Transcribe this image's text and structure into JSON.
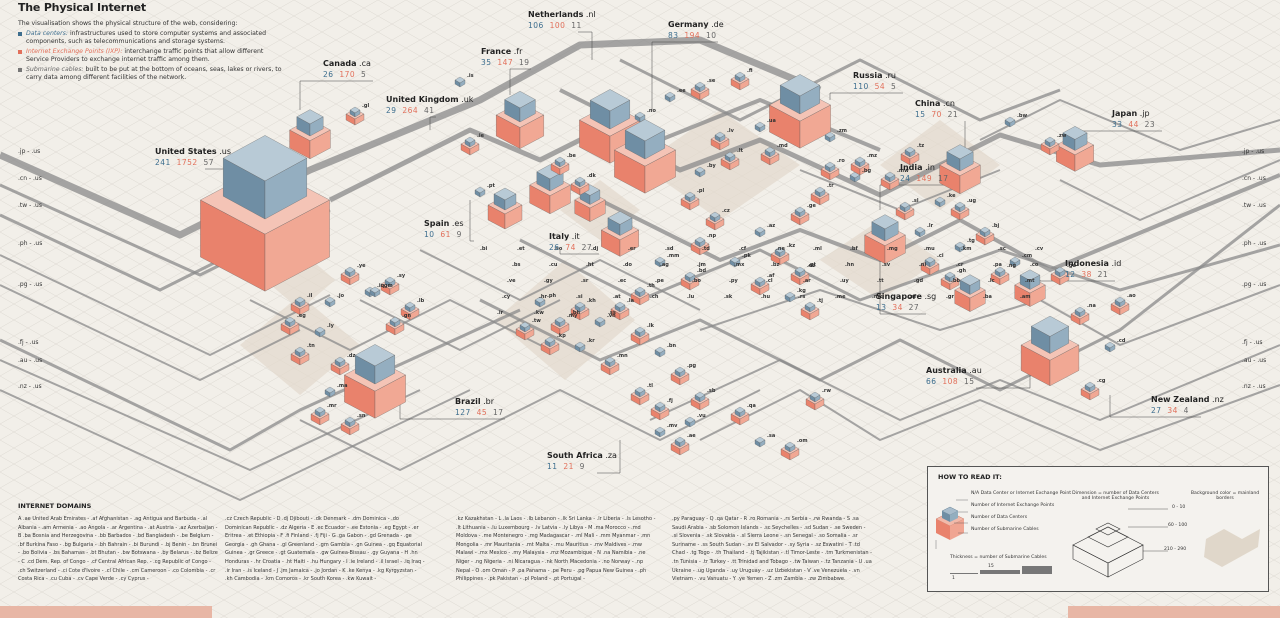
{
  "title": "The Physical Internet",
  "intro": {
    "lead": "The visualisation shows the physical structure of the web, considering:",
    "items": [
      {
        "term": "Data centers:",
        "text": "infrastructures used to store computer systems and associated components, such as telecommunications and storage systems.",
        "color": "#3d6e8e"
      },
      {
        "term": "Internet Exchange Points (IXP):",
        "text": "interchange traffic points that allow different Service Providers to exchange internet traffic among them.",
        "color": "#e2705b"
      },
      {
        "term": "Submarine cables:",
        "text": "built to be put at the bottom of oceans, seas, lakes or rivers, to carry data among different facilities of the network.",
        "color": "#777777"
      }
    ]
  },
  "colors": {
    "datacenter": "#7996ab",
    "ixp": "#e9826c",
    "cable": "#8a8a8a",
    "background": "#f2efe9",
    "land": "#e2d9cc"
  },
  "countries": [
    {
      "name": "Netherlands",
      "tld": ".nl",
      "dc": "106",
      "ixp": "100",
      "cables": "11"
    },
    {
      "name": "Germany",
      "tld": ".de",
      "dc": "83",
      "ixp": "194",
      "cables": "10"
    },
    {
      "name": "France",
      "tld": ".fr",
      "dc": "35",
      "ixp": "147",
      "cables": "19"
    },
    {
      "name": "Canada",
      "tld": ".ca",
      "dc": "26",
      "ixp": "170",
      "cables": "5"
    },
    {
      "name": "United Kingdom",
      "tld": ".uk",
      "dc": "29",
      "ixp": "264",
      "cables": "41"
    },
    {
      "name": "Russia",
      "tld": ".ru",
      "dc": "110",
      "ixp": "54",
      "cables": "5"
    },
    {
      "name": "China",
      "tld": ".cn",
      "dc": "15",
      "ixp": "70",
      "cables": "21"
    },
    {
      "name": "Japan",
      "tld": ".jp",
      "dc": "33",
      "ixp": "44",
      "cables": "23"
    },
    {
      "name": "United States",
      "tld": ".us",
      "dc": "241",
      "ixp": "1752",
      "cables": "57"
    },
    {
      "name": "India",
      "tld": ".in",
      "dc": "24",
      "ixp": "149",
      "cables": "17"
    },
    {
      "name": "Spain",
      "tld": ".es",
      "dc": "10",
      "ixp": "61",
      "cables": "9"
    },
    {
      "name": "Italy",
      "tld": ".it",
      "dc": "26",
      "ixp": "74",
      "cables": "27"
    },
    {
      "name": "Indonesia",
      "tld": ".id",
      "dc": "12",
      "ixp": "38",
      "cables": "21"
    },
    {
      "name": "Singapore",
      "tld": ".sg",
      "dc": "13",
      "ixp": "34",
      "cables": "27"
    },
    {
      "name": "Australia",
      "tld": ".au",
      "dc": "66",
      "ixp": "108",
      "cables": "15"
    },
    {
      "name": "Brazil",
      "tld": ".br",
      "dc": "127",
      "ixp": "45",
      "cables": "17"
    },
    {
      "name": "New Zealand",
      "tld": ".nz",
      "dc": "27",
      "ixp": "34",
      "cables": "4"
    },
    {
      "name": "South Africa",
      "tld": ".za",
      "dc": "11",
      "ixp": "21",
      "cables": "9"
    }
  ],
  "edge_left": [
    ".jp - .us",
    ".cn - .us",
    ".tw - .us",
    ".ph - .us",
    ".pg - .us",
    ".fj - .us",
    ".au - .us",
    ".nz - .us"
  ],
  "edge_right": [
    ".jp - .us",
    ".cn - .us",
    ".tw - .us",
    ".ph - .us",
    ".pg - .us",
    ".fj - .us",
    ".au - .us",
    ".nz - .us"
  ],
  "small_codes": [
    ".is",
    ".gl",
    ".ie",
    ".pt",
    ".be",
    ".dk",
    ".no",
    ".se",
    ".fi",
    ".ee",
    ".lv",
    ".lt",
    ".by",
    ".pl",
    ".cz",
    ".ua",
    ".md",
    ".ro",
    ".bg",
    ".tr",
    ".ge",
    ".az",
    ".kz",
    ".uz",
    ".kg",
    ".tj",
    ".af",
    ".pk",
    ".np",
    ".bd",
    ".mm",
    ".th",
    ".la",
    ".vn",
    ".kh",
    ".my",
    ".ph",
    ".tw",
    ".kp",
    ".kr",
    ".mn",
    ".lk",
    ".bn",
    ".pg",
    ".sb",
    ".vu",
    ".fj",
    ".tl",
    ".mv",
    ".ae",
    ".qa",
    ".sa",
    ".om",
    ".ye",
    ".iq",
    ".sy",
    ".lb",
    ".jo",
    ".il",
    ".eg",
    ".ly",
    ".tn",
    ".dz",
    ".ma",
    ".mr",
    ".sn",
    ".gm",
    ".gn",
    ".sl",
    ".lr",
    ".ci",
    ".gh",
    ".tg",
    ".bj",
    ".ng",
    ".cm",
    ".ga",
    ".cg",
    ".cd",
    ".ao",
    ".na",
    ".bw",
    ".zw",
    ".mz",
    ".zm",
    ".mw",
    ".tz",
    ".ke",
    ".ug",
    ".rw",
    ".bi",
    ".et",
    ".so",
    ".dj",
    ".er",
    ".sd",
    ".td",
    ".cf",
    ".ne",
    ".ml",
    ".bf",
    ".mg",
    ".mu",
    ".km",
    ".sc",
    ".cv",
    ".bs",
    ".cu",
    ".ht",
    ".do",
    ".ag",
    ".jm",
    ".mx",
    ".bz",
    ".gt",
    ".hn",
    ".sv",
    ".ni",
    ".cr",
    ".pa",
    ".co",
    ".ve",
    ".gy",
    ".sr",
    ".ec",
    ".pe",
    ".bo",
    ".py",
    ".cl",
    ".ar",
    ".uy",
    ".tt",
    ".gd",
    ".bb",
    ".lc",
    ".mt",
    ".cy",
    ".hr",
    ".si",
    ".at",
    ".ch",
    ".lu",
    ".sk",
    ".hu",
    ".rs",
    ".me",
    ".mk",
    ".al",
    ".gr",
    ".ba",
    ".am",
    ".ir",
    ".kw",
    ".bh",
    ".ss"
  ],
  "howto": {
    "title": "HOW TO READ IT:",
    "label_na": "N/A Data Center or Internet Exchange Point",
    "label_ixp": "Number of Internet Exchange Points",
    "label_dc": "Number of Data Centers",
    "label_cables": "Number of Submarine Cables",
    "dim": "Dimension = number of Data Centers and Internet Exchange Points",
    "bg": "Background color = mainland borders",
    "thickness": "Thickness = number of Submarine Cables",
    "thick_min": "1",
    "thick_mid": "15",
    "scale": [
      "0 - 10",
      "60 - 100",
      "210 - 290"
    ]
  },
  "domains_title": "INTERNET DOMAINS",
  "domain_cols": [
    "A .ae United Arab Emirates - .af Afghanistan - .ag Antigua and Barbuda - .al Albania - .am Armenia - .ao Angola - .ar Argentina - .at Austria - .az Azerbaijan - B .ba Bosnia and Herzegovina - .bb Barbados - .bd Bangladesh - .be Belgium - .bf Burkina Faso - .bg Bulgaria - .bh Bahrain - .bi Burundi - .bj Benin - .bn Brunei - .bo Bolivia - .bs Bahamas - .bt Bhutan - .bw Botswana - .by Belarus - .bz Belize - C .cd Dem. Rep. of Congo - .cf Central African Rep. - .cg Republic of Congo - .ch Switzerland - .ci Cote d'Ivoire - .cl Chile - .cm Cameroon - .co Colombia - .cr Costa Rica - .cu Cuba - .cv Cape Verde - .cy Cyprus -",
    ".cz Czech Republic - D .dj Djibouti - .dk Denmark - .dm Dominica - .do Dominican Republic - .dz Algeria - E .ec Ecuador - .ee Estonia - .eg Egypt - .er Eritrea - .et Ethiopia - F .fi Finland - .fj Fiji - G .ga Gabon - .gd Grenada - .ge Georgia - .gh Ghana - .gl Greenland - .gm Gambia - .gn Guinea - .gq Equatorial Guinea - .gr Greece - .gt Guatemala - .gw Guinea-Bissau - .gy Guyana - H .hn Honduras - .hr Croatia - .ht Haiti - .hu Hungary - I .ie Ireland - .il Israel - .iq Iraq - .ir Iran - .is Iceland - J .jm Jamaica - .jo Jordan - K .ke Kenya - .kg Kyrgyzstan - .kh Cambodia - .km Comoros - .kr South Korea - .kw Kuwait -",
    ".kz Kazakhstan - L .la Laos - .lb Lebanon - .lk Sri Lanka - .lr Liberia - .ls Lesotho - .lt Lithuania - .lu Luxembourg - .lv Latvia - .ly Libya - M .ma Morocco - .md Moldova - .me Montenegro - .mg Madagascar - .ml Mali - .mm Myanmar - .mn Mongolia - .mr Mauritania - .mt Malta - .mu Mauritius - .mv Maldives - .mw Malawi - .mx Mexico - .my Malaysia - .mz Mozambique - N .na Namibia - .ne Niger - .ng Nigeria - .ni Nicaragua - .nk North Macedonia - .no Norway - .np Nepal - O .om Oman - P .pa Panama - .pe Peru - .pg Papua New Guinea - .ph Philippines - .pk Pakistan - .pl Poland - .pt Portugal -",
    ".py Paraguay - Q .qa Qatar - R .ro Romania - .rs Serbia - .rw Rwanda - S .sa Saudi Arabia - .sb Solomon Islands - .sc Seychelles - .sd Sudan - .se Sweden - .si Slovenia - .sk Slovakia - .sl Sierra Leone - .sn Senegal - .so Somalia - .sr Suriname - .ss South Sudan - .sv El Salvador - .sy Syria - .sz Eswatini - T .td Chad - .tg Togo - .th Thailand - .tj Tajikistan - .tl Timor-Leste - .tm Turkmenistan - .tn Tunisia - .tr Turkey - .tt Trinidad and Tobago - .tw Taiwan - .tz Tanzania - U .ua Ukraine - .ug Uganda - .uy Uruguay - .uz Uzbekistan - V .ve Venezuela - .vn Vietnam - .vu Vanuatu - Y .ye Yemen - Z .zm Zambia - .zw Zimbabwe."
  ]
}
